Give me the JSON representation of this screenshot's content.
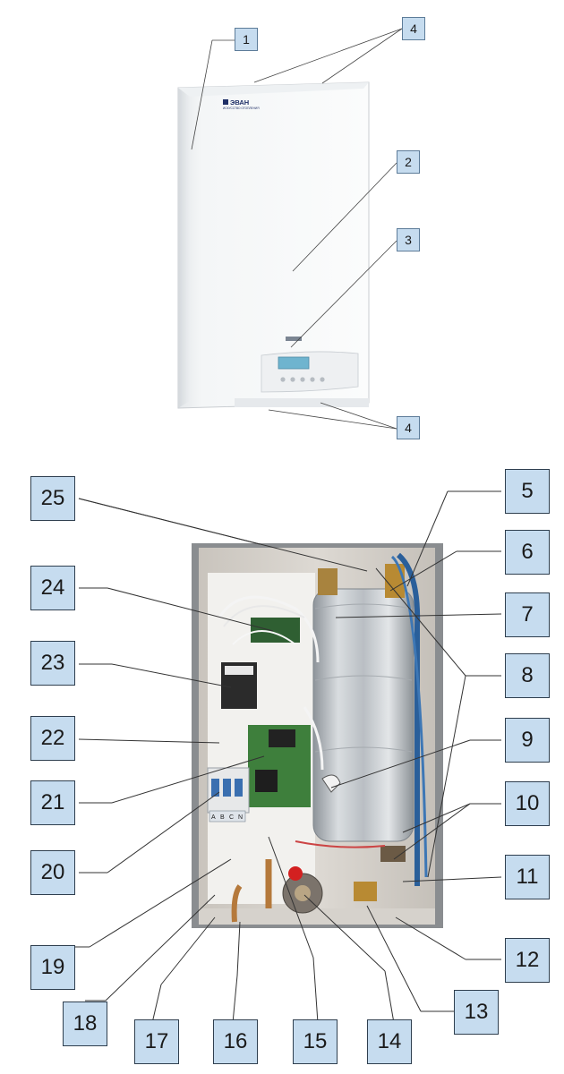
{
  "brand": {
    "name": "ЭВАН",
    "tagline": "ИСКУССТВО ОТОПЛЕНИЯ"
  },
  "terminal_labels": [
    "A",
    "B",
    "C",
    "N"
  ],
  "callouts": {
    "c1": "1",
    "c2": "2",
    "c3": "3",
    "c4a": "4",
    "c4b": "4",
    "c5": "5",
    "c6": "6",
    "c7": "7",
    "c8": "8",
    "c9": "9",
    "c10": "10",
    "c11": "11",
    "c12": "12",
    "c13": "13",
    "c14": "14",
    "c15": "15",
    "c16": "16",
    "c17": "17",
    "c18": "18",
    "c19": "19",
    "c20": "20",
    "c21": "21",
    "c22": "22",
    "c23": "23",
    "c24": "24",
    "c25": "25"
  }
}
